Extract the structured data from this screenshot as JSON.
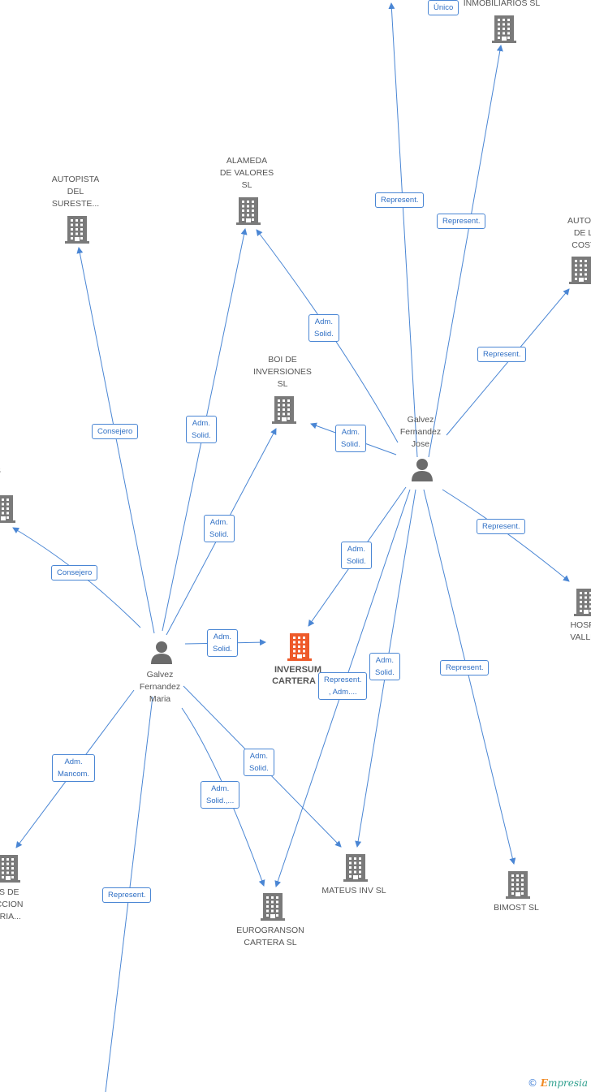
{
  "colors": {
    "edge": "#4a86d4",
    "building": "#7a7a7a",
    "building_main": "#ee5a2a",
    "person": "#6b6b6b"
  },
  "nodes": [
    {
      "id": "autopista_sureste",
      "kind": "company",
      "label": "AUTOPISTA\nDEL\nSURESTE..."
    },
    {
      "id": "alameda",
      "kind": "company",
      "label": "ALAMEDA\nDE VALORES\nSL"
    },
    {
      "id": "boi",
      "kind": "company",
      "label": "BOI DE\nINVERSIONES\nSL"
    },
    {
      "id": "inmobiliarios",
      "kind": "company",
      "label": "INMOBILIARIOS SL"
    },
    {
      "id": "autopista_costa",
      "kind": "company",
      "label": "AUTOPIS\nDE LA\nCOSTA"
    },
    {
      "id": "servicios",
      "kind": "company",
      "label": "UR\nCIOS\nA..."
    },
    {
      "id": "hospital",
      "kind": "company",
      "label": "HOSPIT\nVALLEC"
    },
    {
      "id": "inversum",
      "kind": "company_main",
      "label": "INVERSUM\nCARTERA  S"
    },
    {
      "id": "mateus",
      "kind": "company",
      "label": "MATEUS INV  SL"
    },
    {
      "id": "bimost",
      "kind": "company",
      "label": "BIMOST SL"
    },
    {
      "id": "eurogranson",
      "kind": "company",
      "label": "EUROGRANSON\nCARTERA  SL"
    },
    {
      "id": "construccion",
      "kind": "company",
      "label": "CAS DE\nRUCCION\nNIERIA..."
    },
    {
      "id": "jose",
      "kind": "person",
      "label": "Galvez\nFernandez\nJose"
    },
    {
      "id": "maria",
      "kind": "person",
      "label": "Galvez\nFernandez\nMaria"
    }
  ],
  "edges": [
    {
      "from": "jose",
      "to": "top_offscreen",
      "label": "Represent."
    },
    {
      "from": "jose",
      "to": "inmobiliarios",
      "label": "Represent."
    },
    {
      "from": "jose",
      "to": "autopista_costa",
      "label": "Represent."
    },
    {
      "from": "jose",
      "to": "alameda",
      "label": "Adm.\nSolid."
    },
    {
      "from": "jose",
      "to": "boi",
      "label": "Adm.\nSolid."
    },
    {
      "from": "jose",
      "to": "hospital",
      "label": "Represent."
    },
    {
      "from": "jose",
      "to": "inversum",
      "label": "Adm.\nSolid."
    },
    {
      "from": "jose",
      "to": "mateus",
      "label": "Adm.\nSolid."
    },
    {
      "from": "jose",
      "to": "eurogranson",
      "label": "Represent.\n, Adm...."
    },
    {
      "from": "jose",
      "to": "bimost",
      "label": "Represent."
    },
    {
      "from": "maria",
      "to": "autopista_sureste",
      "label": "Consejero"
    },
    {
      "from": "maria",
      "to": "alameda",
      "label": "Adm.\nSolid."
    },
    {
      "from": "maria",
      "to": "boi",
      "label": "Adm.\nSolid."
    },
    {
      "from": "maria",
      "to": "servicios",
      "label": "Consejero"
    },
    {
      "from": "maria",
      "to": "inversum",
      "label": "Adm.\nSolid."
    },
    {
      "from": "maria",
      "to": "construccion",
      "label": "Adm.\nMancom."
    },
    {
      "from": "maria",
      "to": "mateus",
      "label": "Adm.\nSolid."
    },
    {
      "from": "maria",
      "to": "eurogranson",
      "label": "Adm.\nSolid.,..."
    },
    {
      "from": "maria",
      "to": "bottom_offscreen",
      "label": "Represent."
    },
    {
      "from": "inmobiliarios_parent",
      "to": "inmobiliarios",
      "label": "Único"
    }
  ],
  "footer": {
    "copyright": "©",
    "brand_first": "E",
    "brand_rest": "mpresia"
  }
}
